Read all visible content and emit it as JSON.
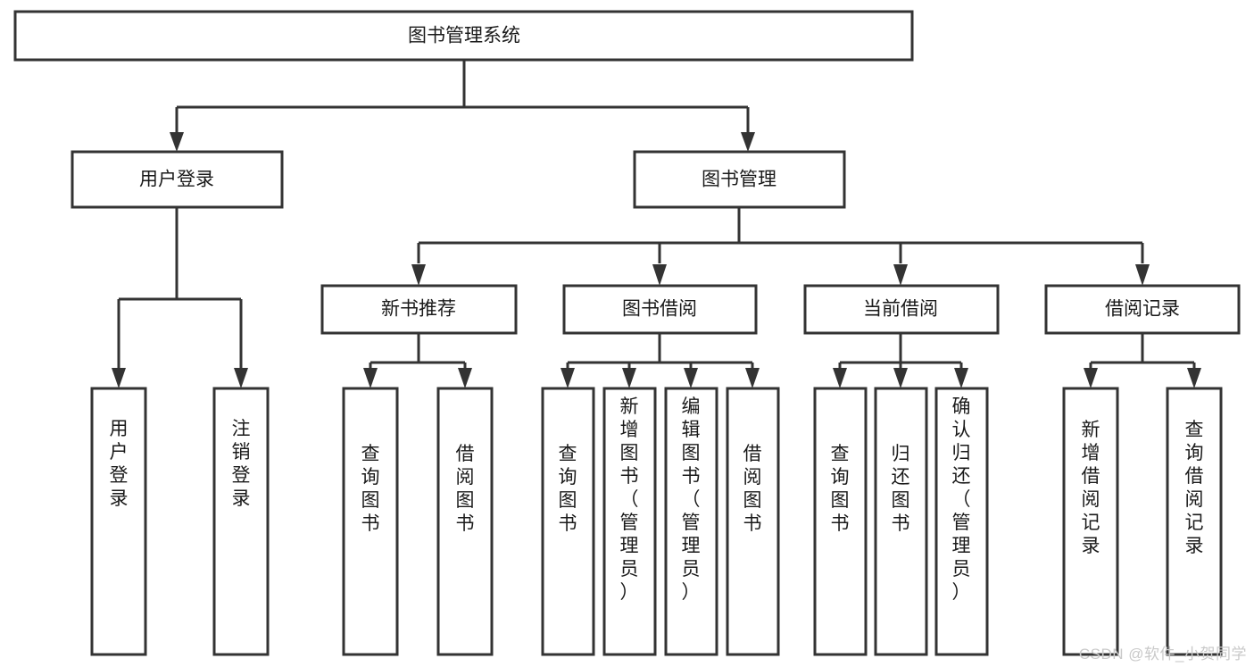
{
  "diagram": {
    "type": "tree",
    "orientation": "top-down",
    "title": "图书管理系统",
    "root": {
      "id": "root",
      "label": "图书管理系统",
      "level": 0
    },
    "nodes": [
      {
        "id": "root",
        "label": "图书管理系统",
        "level": 0,
        "parent": null,
        "text_orientation": "horizontal"
      },
      {
        "id": "user-login",
        "label": "用户登录",
        "level": 1,
        "parent": "root",
        "text_orientation": "horizontal"
      },
      {
        "id": "book-manage",
        "label": "图书管理",
        "level": 1,
        "parent": "root",
        "text_orientation": "horizontal"
      },
      {
        "id": "login-do",
        "label": "用户登录",
        "level": 2,
        "parent": "user-login",
        "text_orientation": "vertical"
      },
      {
        "id": "logout-do",
        "label": "注销登录",
        "level": 2,
        "parent": "user-login",
        "text_orientation": "vertical"
      },
      {
        "id": "new-book-rec",
        "label": "新书推荐",
        "level": 2,
        "parent": "book-manage",
        "text_orientation": "horizontal"
      },
      {
        "id": "book-borrow",
        "label": "图书借阅",
        "level": 2,
        "parent": "book-manage",
        "text_orientation": "horizontal"
      },
      {
        "id": "current-borrow",
        "label": "当前借阅",
        "level": 2,
        "parent": "book-manage",
        "text_orientation": "horizontal"
      },
      {
        "id": "borrow-record",
        "label": "借阅记录",
        "level": 2,
        "parent": "book-manage",
        "text_orientation": "horizontal"
      },
      {
        "id": "rec-query",
        "label": "查询图书",
        "level": 3,
        "parent": "new-book-rec",
        "text_orientation": "vertical"
      },
      {
        "id": "rec-borrow",
        "label": "借阅图书",
        "level": 3,
        "parent": "new-book-rec",
        "text_orientation": "vertical"
      },
      {
        "id": "bb-query",
        "label": "查询图书",
        "level": 3,
        "parent": "book-borrow",
        "text_orientation": "vertical"
      },
      {
        "id": "bb-add",
        "label": "新增图书（管理员）",
        "level": 3,
        "parent": "book-borrow",
        "text_orientation": "vertical"
      },
      {
        "id": "bb-edit",
        "label": "编辑图书（管理员）",
        "level": 3,
        "parent": "book-borrow",
        "text_orientation": "vertical"
      },
      {
        "id": "bb-borrow",
        "label": "借阅图书",
        "level": 3,
        "parent": "book-borrow",
        "text_orientation": "vertical"
      },
      {
        "id": "cb-query",
        "label": "查询图书",
        "level": 3,
        "parent": "current-borrow",
        "text_orientation": "vertical"
      },
      {
        "id": "cb-return",
        "label": "归还图书",
        "level": 3,
        "parent": "current-borrow",
        "text_orientation": "vertical"
      },
      {
        "id": "cb-confirm",
        "label": "确认归还（管理员）",
        "level": 3,
        "parent": "current-borrow",
        "text_orientation": "vertical"
      },
      {
        "id": "br-add",
        "label": "新增借阅记录",
        "level": 3,
        "parent": "borrow-record",
        "text_orientation": "vertical"
      },
      {
        "id": "br-query",
        "label": "查询借阅记录",
        "level": 3,
        "parent": "borrow-record",
        "text_orientation": "vertical"
      }
    ],
    "colors": {
      "box_fill": "#FFFFFF",
      "box_stroke": "#333333",
      "connector": "#333333",
      "text": "#1A1A1A",
      "background": "#FFFFFF",
      "watermark": "#C9C9C9"
    }
  },
  "watermark": {
    "text": "CSDN @软件_小贺同学"
  }
}
